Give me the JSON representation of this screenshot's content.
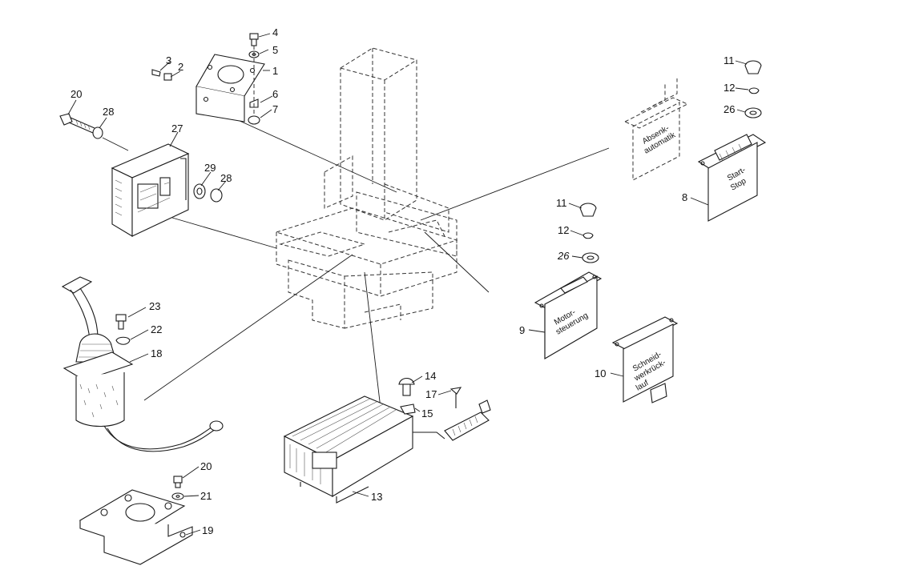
{
  "callouts": {
    "n1": "1",
    "n2": "2",
    "n3": "3",
    "n4": "4",
    "n5": "5",
    "n6": "6",
    "n7": "7",
    "n8": "8",
    "n9": "9",
    "n10": "10",
    "n11a": "11",
    "n11b": "11",
    "n12a": "12",
    "n12b": "12",
    "n13": "13",
    "n14": "14",
    "n15": "15",
    "n17": "17",
    "n18": "18",
    "n19": "19",
    "n20a": "20",
    "n20b": "20",
    "n21": "21",
    "n22": "22",
    "n23": "23",
    "n26a": "26",
    "n26b": "26",
    "n27": "27",
    "n28a": "28",
    "n28b": "28",
    "n29": "29"
  },
  "module_labels": {
    "absenk_1": "Absenk-",
    "absenk_2": "automatik",
    "start_1": "Start-",
    "start_2": "Stop",
    "motor_1": "Motor-",
    "motor_2": "steuerung",
    "schneid_1": "Schneid-",
    "schneid_2": "werkrück-",
    "schneid_3": "lauf"
  }
}
